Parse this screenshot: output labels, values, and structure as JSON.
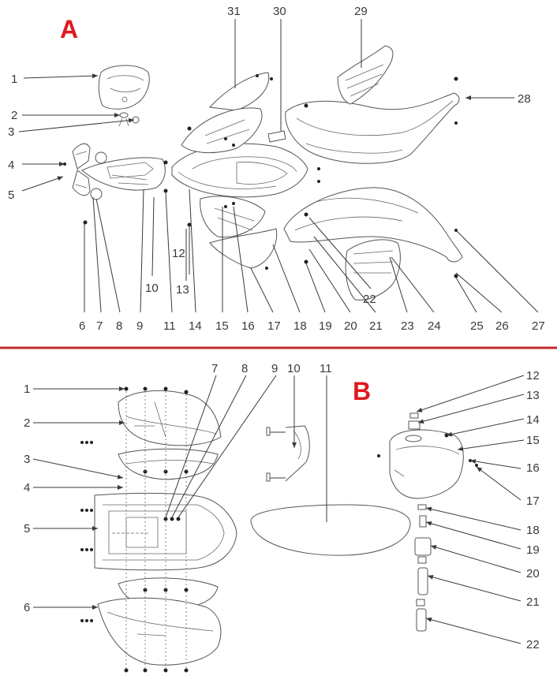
{
  "colors": {
    "section_letter": "#e0191e",
    "divider": "#c0282b",
    "ink": "#3a3a3a"
  },
  "section_a": {
    "letter": "A",
    "callouts": [
      "1",
      "2",
      "3",
      "4",
      "5",
      "6",
      "7",
      "8",
      "9",
      "10",
      "11",
      "12",
      "13",
      "14",
      "15",
      "16",
      "17",
      "18",
      "19",
      "20",
      "21",
      "22",
      "23",
      "24",
      "25",
      "26",
      "27",
      "28",
      "29",
      "30",
      "31"
    ]
  },
  "section_b": {
    "letter": "B",
    "callouts": [
      "1",
      "2",
      "3",
      "4",
      "5",
      "6",
      "7",
      "8",
      "9",
      "10",
      "11",
      "12",
      "13",
      "14",
      "15",
      "16",
      "17",
      "18",
      "19",
      "20",
      "21",
      "22"
    ]
  }
}
